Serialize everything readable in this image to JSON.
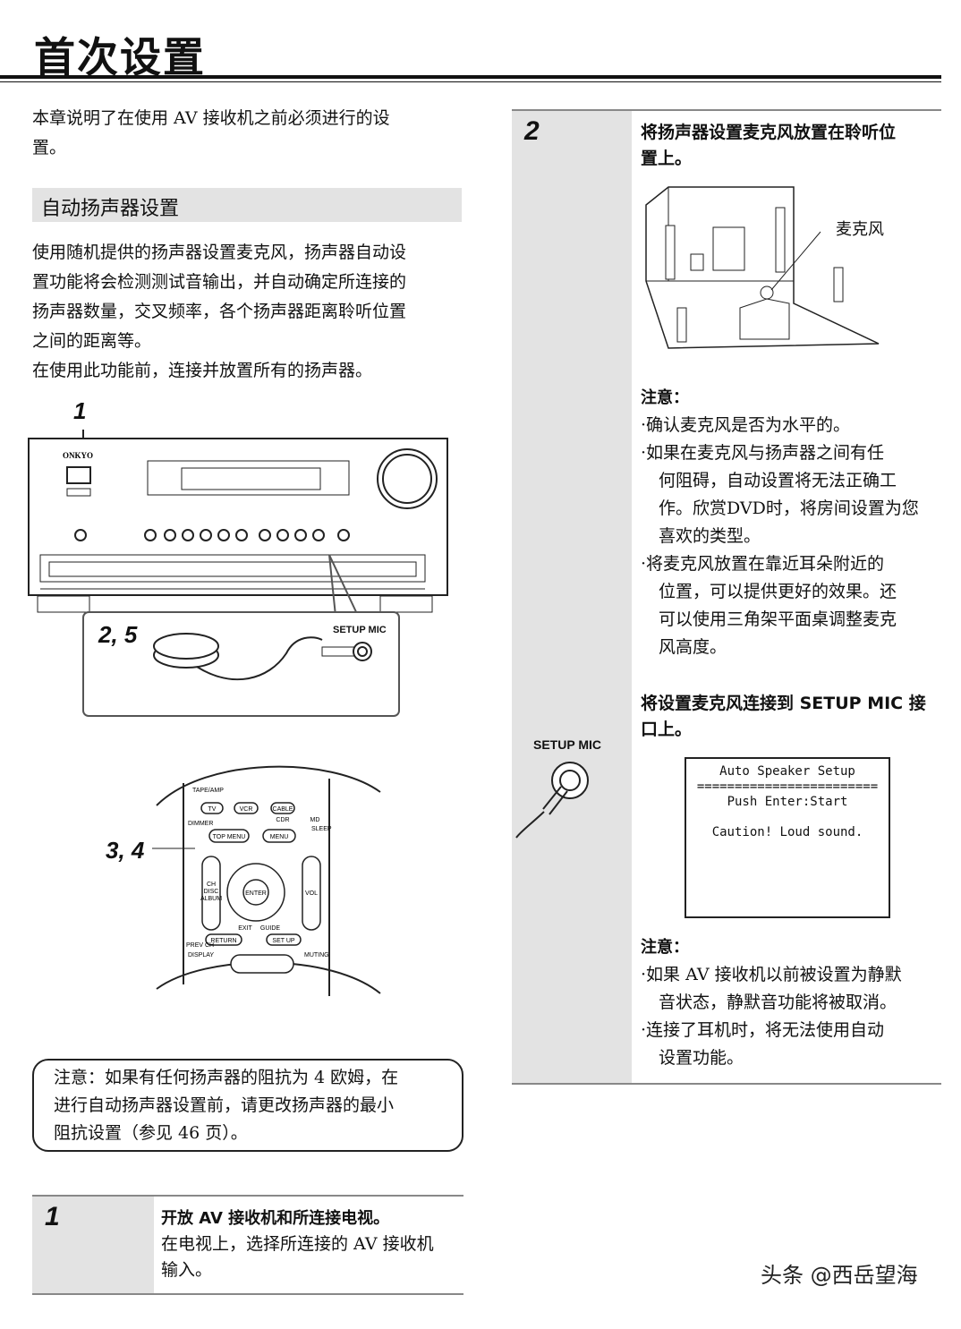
{
  "title": "首次设置",
  "intro": [
    "本章说明了在使用 AV 接收机之前必须进行的设",
    "置。"
  ],
  "section_heading": "自动扬声器设置",
  "section_body": [
    "使用随机提供的扬声器设置麦克风，扬声器自动设",
    "置功能将会检测测试音输出，并自动确定所连接的",
    "扬声器数量，交叉频率，各个扬声器距离聆听位置",
    "之间的距离等。",
    "在使用此功能前，连接并放置所有的扬声器。"
  ],
  "figure": {
    "callout_1": "1",
    "callout_2_5": "2, 5",
    "callout_3_4": "3, 4",
    "setup_mic_label": "SETUP MIC",
    "brand": "ONKYO",
    "remote_buttons": [
      "TAPE/AMP",
      "TV",
      "VCR",
      "CABLE",
      "CDR",
      "MD",
      "DIMMER",
      "SLEEP",
      "TOP MENU",
      "MENU",
      "ENTER",
      "CH",
      "DISC",
      "ALBUM",
      "VOL",
      "EXIT",
      "GUIDE",
      "RETURN",
      "SET UP",
      "PREV CH",
      "DISPLAY",
      "MUTING"
    ]
  },
  "impedance_note": [
    "注意：如果有任何扬声器的阻抗为 4 欧姆，在",
    "进行自动扬声器设置前，请更改扬声器的最小",
    "阻抗设置（参见 46 页）。"
  ],
  "step1": {
    "num": "1",
    "heading": "开放 AV 接收机和所连接电视。",
    "body": [
      "在电视上，选择所连接的 AV 接收机",
      "输入。"
    ]
  },
  "step2": {
    "num": "2",
    "heading": [
      "将扬声器设置麦克风放置在聆听位",
      "置上。"
    ],
    "mic_label": "麦克风",
    "note_title": "注意：",
    "notes": [
      [
        "·确认麦克风是否为水平的。"
      ],
      [
        "·如果在麦克风与扬声器之间有任",
        "何阻碍，自动设置将无法正确工",
        "作。欣赏DVD时，将房间设置为您",
        "喜欢的类型。"
      ],
      [
        "·将麦克风放置在靠近耳朵附近的",
        "位置，可以提供更好的效果。还",
        "可以使用三角架平面桌调整麦克",
        "风高度。"
      ]
    ],
    "connect_heading": [
      "将设置麦克风连接到 SETUP MIC 接",
      "口上。"
    ],
    "setup_mic_label": "SETUP MIC",
    "screen": [
      "Auto Speaker Setup",
      "========================",
      "Push Enter:Start",
      "",
      "Caution! Loud sound."
    ],
    "note2_title": "注意：",
    "notes2": [
      [
        "·如果 AV 接收机以前被设置为静默",
        "音状态，静默音功能将被取消。"
      ],
      [
        "·连接了耳机时，将无法使用自动",
        "设置功能。"
      ]
    ]
  },
  "watermark": "头条 @西岳望海"
}
